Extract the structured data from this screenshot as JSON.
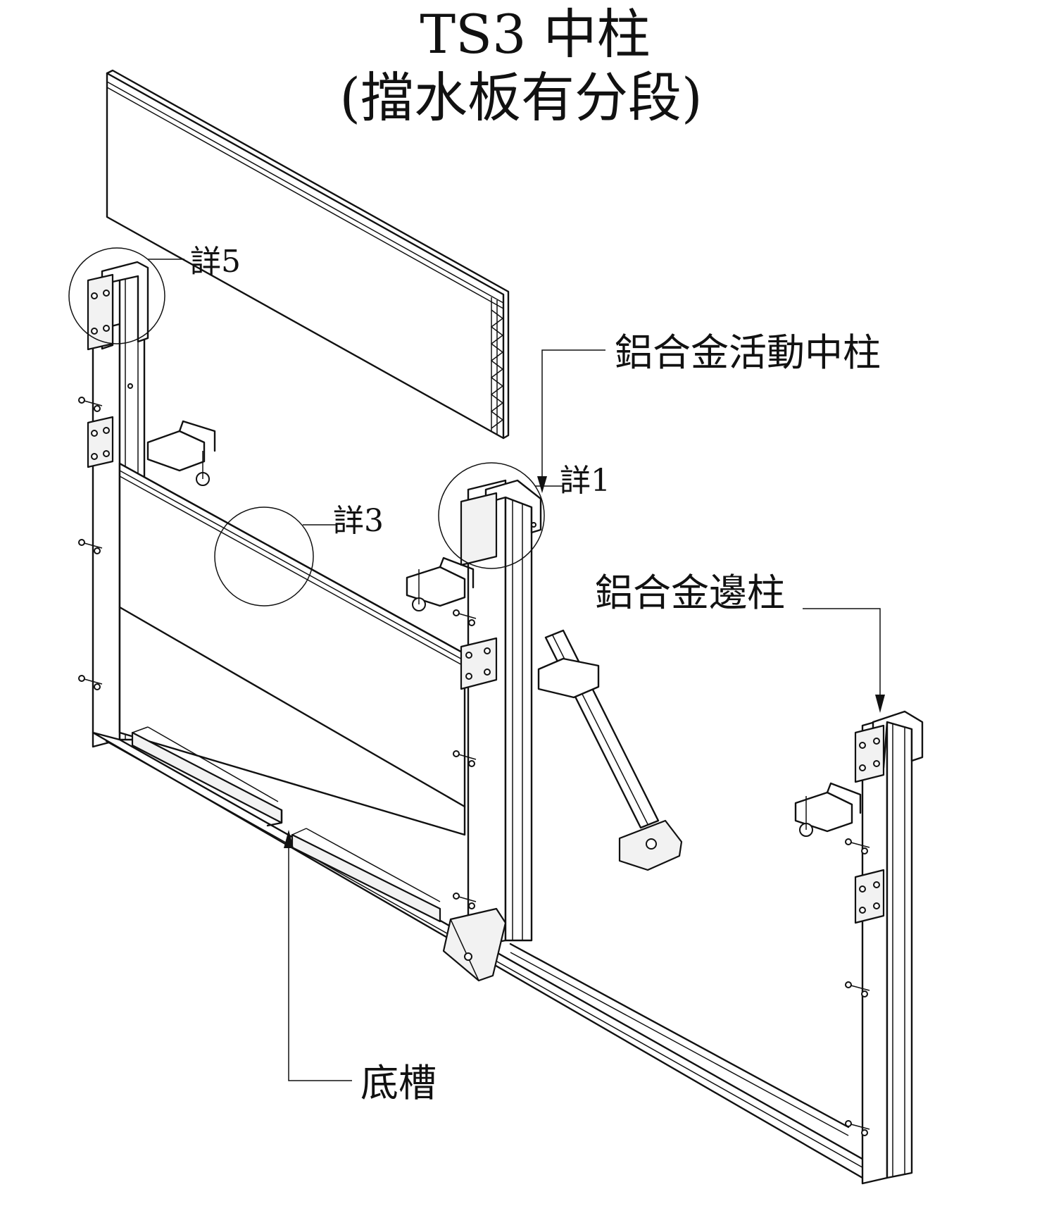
{
  "title": {
    "line1": "TS3 中柱",
    "line2": "(擋水板有分段)"
  },
  "labels": {
    "middle_post": "鋁合金活動中柱",
    "edge_post": "鋁合金邊柱",
    "bottom_channel": "底槽"
  },
  "details": {
    "detail_5": "詳5",
    "detail_1": "詳1",
    "detail_3": "詳3"
  }
}
